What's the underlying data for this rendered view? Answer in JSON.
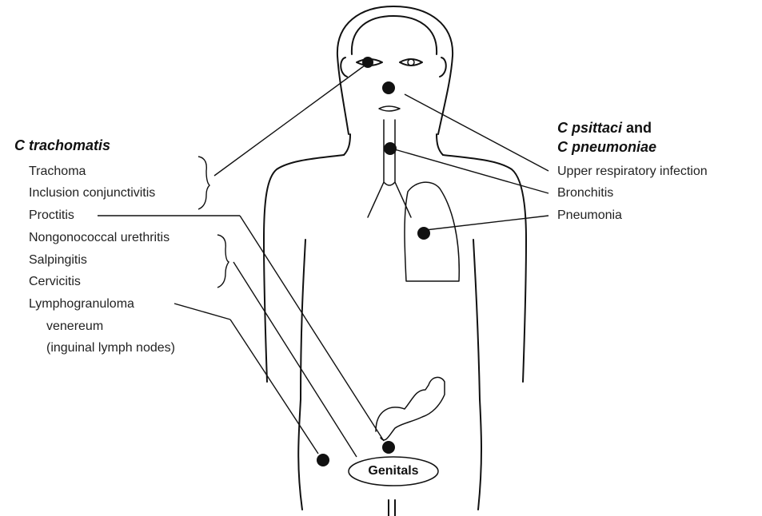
{
  "trachomatis": {
    "title": "C trachomatis",
    "items": [
      "Trachoma",
      "Inclusion conjunctivitis",
      "Proctitis",
      "Nongonococcal urethritis",
      "Salpingitis",
      "Cervicitis",
      "Lymphogranuloma",
      "venereum",
      "(inguinal lymph nodes)"
    ]
  },
  "psittaci": {
    "title_italic_1": "C psittaci",
    "title_and": " and",
    "title_italic_2": "C pneumoniae",
    "items": [
      "Upper respiratory infection",
      "Bronchitis",
      "Pneumonia"
    ]
  },
  "body": {
    "genitals_label": "Genitals"
  }
}
